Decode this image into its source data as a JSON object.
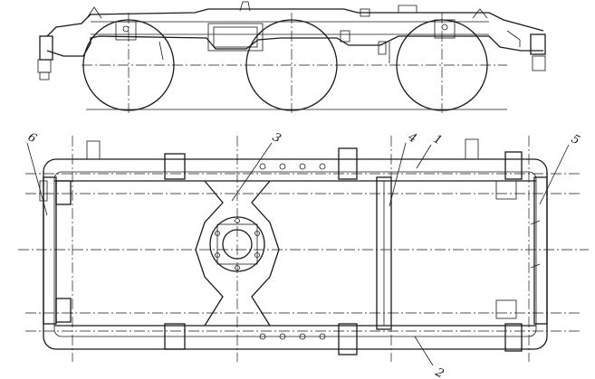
{
  "callouts": [
    {
      "id": "callout-1",
      "text": "1"
    },
    {
      "id": "callout-2",
      "text": "2"
    },
    {
      "id": "callout-3",
      "text": "3"
    },
    {
      "id": "callout-4",
      "text": "4"
    },
    {
      "id": "callout-5",
      "text": "5"
    },
    {
      "id": "callout-6",
      "text": "6"
    }
  ],
  "colors": {
    "line": "#1a1a1a",
    "background": "#ffffff"
  }
}
